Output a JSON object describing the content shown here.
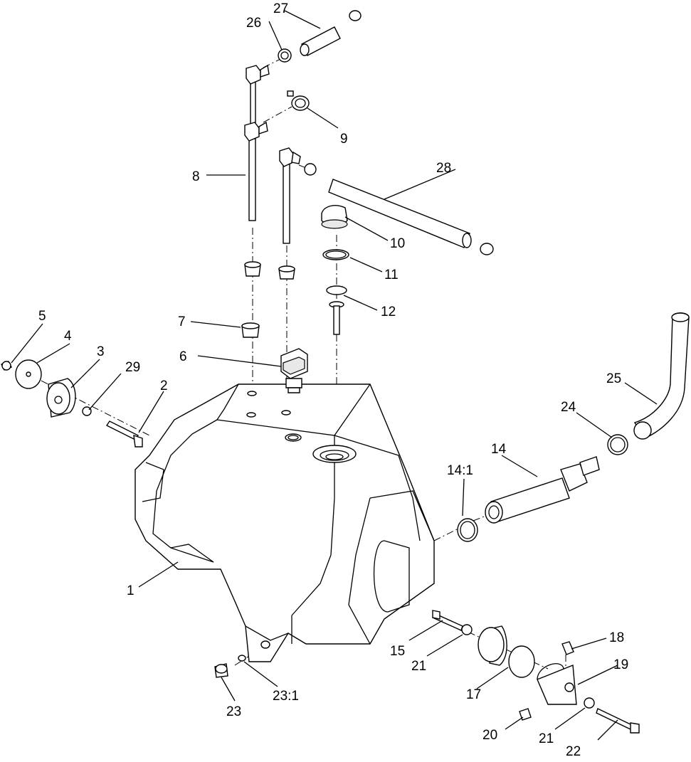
{
  "callouts": [
    {
      "id": "c1",
      "label": "1"
    },
    {
      "id": "c2",
      "label": "2"
    },
    {
      "id": "c3",
      "label": "3"
    },
    {
      "id": "c4",
      "label": "4"
    },
    {
      "id": "c5",
      "label": "5"
    },
    {
      "id": "c6",
      "label": "6"
    },
    {
      "id": "c7",
      "label": "7"
    },
    {
      "id": "c8",
      "label": "8"
    },
    {
      "id": "c9",
      "label": "9"
    },
    {
      "id": "c10",
      "label": "10"
    },
    {
      "id": "c11",
      "label": "11"
    },
    {
      "id": "c12",
      "label": "12"
    },
    {
      "id": "c14",
      "label": "14"
    },
    {
      "id": "c14_1",
      "label": "14:1"
    },
    {
      "id": "c15",
      "label": "15"
    },
    {
      "id": "c17",
      "label": "17"
    },
    {
      "id": "c18",
      "label": "18"
    },
    {
      "id": "c19",
      "label": "19"
    },
    {
      "id": "c20",
      "label": "20"
    },
    {
      "id": "c21a",
      "label": "21"
    },
    {
      "id": "c21b",
      "label": "21"
    },
    {
      "id": "c22",
      "label": "22"
    },
    {
      "id": "c23",
      "label": "23"
    },
    {
      "id": "c23_1",
      "label": "23:1"
    },
    {
      "id": "c24",
      "label": "24"
    },
    {
      "id": "c25",
      "label": "25"
    },
    {
      "id": "c26",
      "label": "26"
    },
    {
      "id": "c27",
      "label": "27"
    },
    {
      "id": "c28",
      "label": "28"
    },
    {
      "id": "c29",
      "label": "29"
    }
  ]
}
